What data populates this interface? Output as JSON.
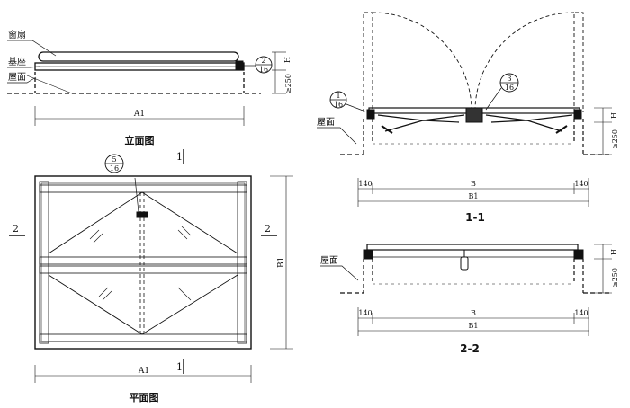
{
  "drawing": {
    "elevation": {
      "title": "立面图",
      "label_sash": "窗扇",
      "label_base": "基座",
      "label_roof": "屋面",
      "dim_h": "H",
      "dim_min": "≥250",
      "dim_a1": "A1",
      "detail_top": "2",
      "detail_bottom": "16"
    },
    "plan": {
      "title": "平面图",
      "dim_a1": "A1",
      "dim_b1": "B1",
      "mark_left": "2",
      "mark_right": "2",
      "mark_top": "1",
      "mark_bottom": "1",
      "detail_top": "5",
      "detail_bottom": "16"
    },
    "section_1": {
      "title": "1-1",
      "label_roof": "屋面",
      "dim_h": "H",
      "dim_min": "≥250",
      "dim_left": "140",
      "dim_mid": "B",
      "dim_right": "140",
      "dim_total": "B1",
      "detail_a_top": "1",
      "detail_a_bottom": "16",
      "detail_b_top": "3",
      "detail_b_bottom": "16"
    },
    "section_2": {
      "title": "2-2",
      "label_roof": "屋面",
      "dim_h": "H",
      "dim_min": "≥250",
      "dim_left": "140",
      "dim_mid": "B",
      "dim_right": "140",
      "dim_total": "B1"
    }
  }
}
